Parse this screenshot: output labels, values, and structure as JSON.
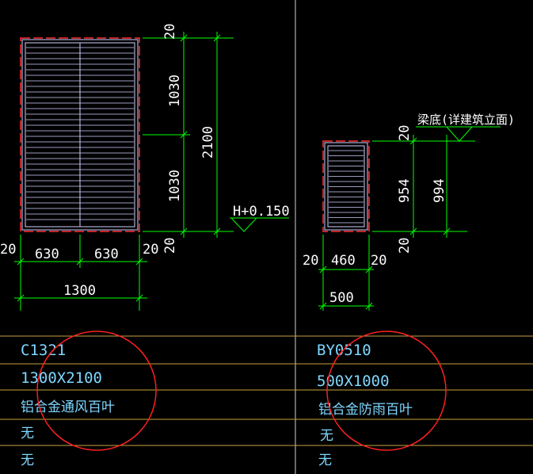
{
  "colors": {
    "background": "#000000",
    "dimension_line": "#00ff00",
    "frame_outline": "#ff3030",
    "window_line": "#cfcfff",
    "table_line": "#c8a040",
    "divider": "#cfcfcf",
    "text": "#ffffff",
    "table_text": "#7fd7ff",
    "circle": "#ff2020"
  },
  "left_window": {
    "dim_top_gap": "20",
    "dim_upper_height": "1030",
    "dim_lower_height": "1030",
    "dim_total_height": "2100",
    "dim_bottom_gap": "20",
    "elevation": "H+0.150",
    "dim_side_left": "20",
    "dim_panel_left": "630",
    "dim_panel_right": "630",
    "dim_side_right": "20",
    "dim_total_width": "1300"
  },
  "right_window": {
    "beam_note": "梁底(详建筑立面)",
    "dim_top_gap": "20",
    "dim_height": "954",
    "dim_total_height": "994",
    "dim_bottom_gap": "20",
    "dim_side_left": "20",
    "dim_panel": "460",
    "dim_side_right": "20",
    "dim_total_width": "500"
  },
  "table": {
    "left": {
      "code": "C1321",
      "size": "1300X2100",
      "material": "铝合金通风百叶",
      "row4": "无",
      "row5": "无"
    },
    "right": {
      "code": "BY0510",
      "size": "500X1000",
      "material": "铝合金防雨百叶",
      "row4": "无",
      "row5": "无"
    }
  }
}
